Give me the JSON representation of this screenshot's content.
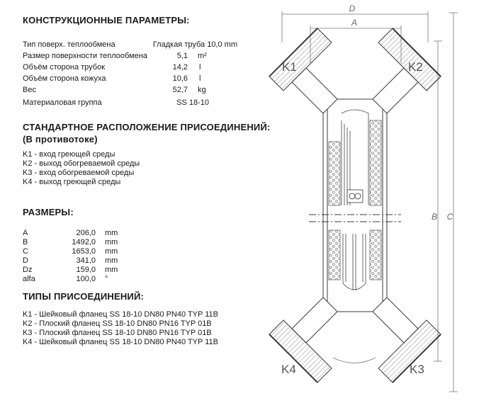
{
  "sections": {
    "params_title": "КОНСТРУКЦИОННЫЕ ПАРАМЕТРЫ:",
    "connections_title": "СТАНДАРТНОЕ РАСПОЛОЖЕНИЕ ПРИСОЕДИНЕНИЙ:",
    "connections_subtitle": "(В противотоке)",
    "dims_title": "РАЗМЕРЫ:",
    "types_title": "ТИПЫ ПРИСОЕДИНЕНИЙ:"
  },
  "params": [
    {
      "label": "Тип поверх. теплообмена",
      "value": "Гладкая труба 10,0 mm",
      "unit": ""
    },
    {
      "label": "Размер поверхности теплообмена",
      "value": "5,1",
      "unit": "m²"
    },
    {
      "label": "Объём сторона трубок",
      "value": "14,2",
      "unit": "l"
    },
    {
      "label": "Объём сторона кожуха",
      "value": "10,6",
      "unit": "l"
    },
    {
      "label": "Вес",
      "value": "52,7",
      "unit": "kg"
    },
    {
      "label": "Материаловая группа",
      "value": "SS 18-10",
      "unit": ""
    }
  ],
  "connections": [
    "K1 - вход греющей среды",
    "K2 - выход обогреваемой среды",
    "K3 - вход обогреваемой среды",
    "K4 - выход греющей среды"
  ],
  "dims": [
    {
      "name": "A",
      "value": "206,0",
      "unit": "mm"
    },
    {
      "name": "B",
      "value": "1492,0",
      "unit": "mm"
    },
    {
      "name": "C",
      "value": "1653,0",
      "unit": "mm"
    },
    {
      "name": "D",
      "value": "341,0",
      "unit": "mm"
    },
    {
      "name": "Dz",
      "value": "159,0",
      "unit": "mm"
    },
    {
      "name": "alfa",
      "value": "100,0",
      "unit": "°"
    }
  ],
  "types": [
    "K1 - Шейковый фланец  SS 18-10  DN80 PN40 TYP 11B",
    "K2 - Плоский фланец  SS 18-10  DN80 PN16 TYP 01B",
    "K3 - Плоский фланец  SS 18-10  DN80 PN16 TYP 01B",
    "K4 - Шейковый фланец  SS 18-10  DN80 PN40 TYP 11B"
  ],
  "drawing": {
    "labels": {
      "d": "D",
      "a": "A",
      "b": "B",
      "c": "C",
      "k1": "K1",
      "k2": "K2",
      "k3": "K3",
      "k4": "K4"
    },
    "colors": {
      "line": "#3a3a3a",
      "hatch": "#6a6a6a",
      "dim": "#777777"
    }
  }
}
